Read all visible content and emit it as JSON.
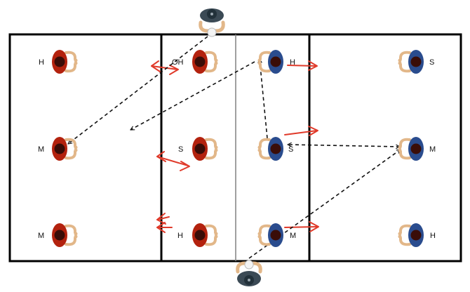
{
  "colors": {
    "court_line": "#000000",
    "net_line": "#808080",
    "team_a_shirt": "#b3220e",
    "team_b_shirt": "#2a4c8e",
    "hair": "#3a0d08",
    "skin": "#e2b789",
    "movement_arrow": "#e03a2a",
    "ball_path": "#111111",
    "coach_shirt": "#3b4a55"
  },
  "team_a": {
    "players": [
      {
        "label": "H",
        "icon": "player-top-view-icon"
      },
      {
        "label": "M",
        "icon": "player-top-view-icon"
      },
      {
        "label": "M",
        "icon": "player-top-view-icon"
      },
      {
        "label": "OH",
        "icon": "player-top-view-icon"
      },
      {
        "label": "S",
        "icon": "player-top-view-icon"
      },
      {
        "label": "H",
        "icon": "player-top-view-icon"
      }
    ]
  },
  "team_b": {
    "players": [
      {
        "label": "H",
        "icon": "player-top-view-icon"
      },
      {
        "label": "S",
        "icon": "player-top-view-icon"
      },
      {
        "label": "M",
        "icon": "player-top-view-icon"
      },
      {
        "label": "S",
        "icon": "player-top-view-icon"
      },
      {
        "label": "M",
        "icon": "player-top-view-icon"
      },
      {
        "label": "H",
        "icon": "player-top-view-icon"
      }
    ]
  },
  "coaches": [
    {
      "icon": "coach-with-ball-icon"
    },
    {
      "icon": "coach-with-ball-icon"
    }
  ]
}
